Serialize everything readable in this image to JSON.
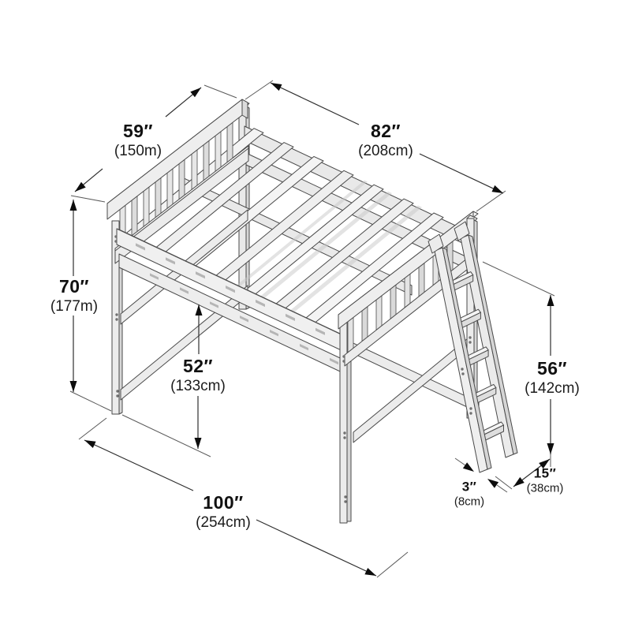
{
  "page": {
    "background": "#ffffff"
  },
  "diagram": {
    "name": "Loft bed dimension line drawing",
    "annotations": {
      "depth": {
        "primary": "59″",
        "secondary": "(150m)"
      },
      "length": {
        "primary": "82″",
        "secondary": "(208cm)"
      },
      "total_height": {
        "primary": "70″",
        "secondary": "(177m)"
      },
      "clearance": {
        "primary": "52″",
        "secondary": "(133cm)"
      },
      "ladder_height": {
        "primary": "56″",
        "secondary": "(142cm)"
      },
      "footprint": {
        "primary": "100″",
        "secondary": "(254cm)"
      },
      "ladder_foot": {
        "primary": "3″",
        "secondary": "(8cm)"
      },
      "ladder_extension": {
        "primary": "15″",
        "secondary": "(38cm)"
      }
    },
    "colors": {
      "outline": "#4a4a4a",
      "wood_light": "#f6f6f6",
      "wood_mid": "#ececec",
      "wood_dark": "#d7d7d7",
      "dimension_line": "#2f2f2f",
      "arrow": "#0d0d0d"
    }
  }
}
